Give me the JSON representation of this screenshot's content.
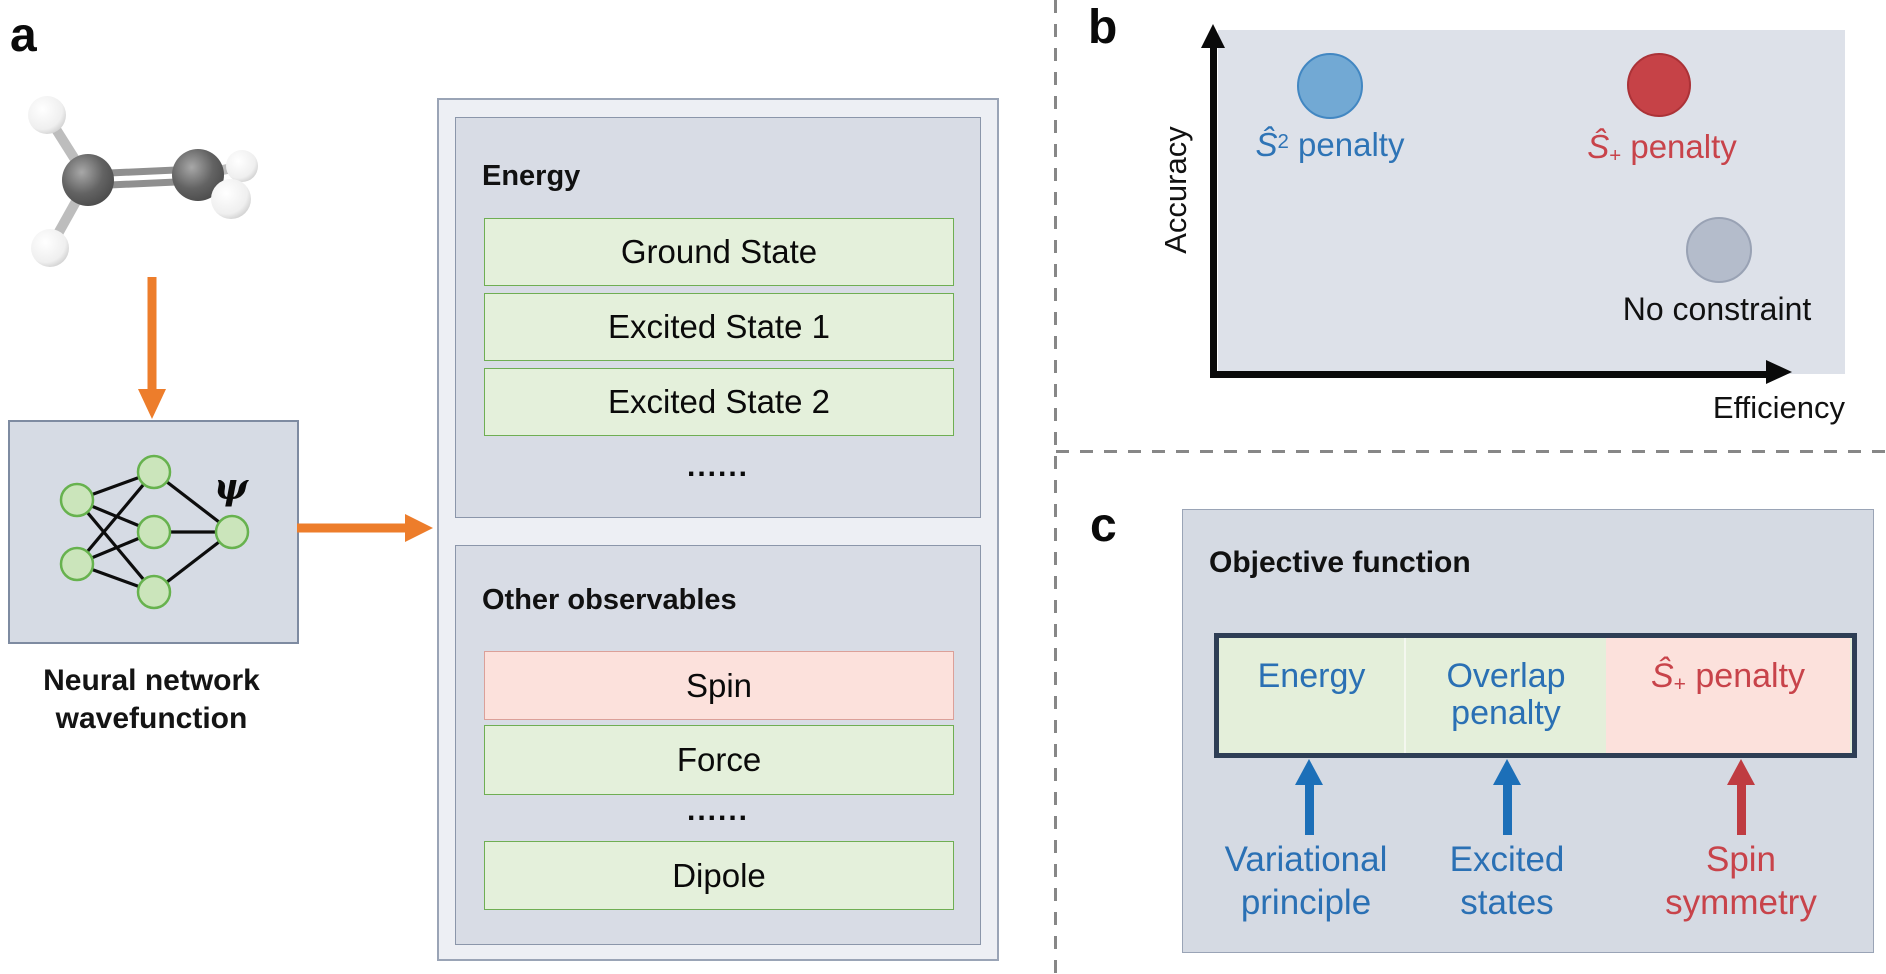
{
  "figure": {
    "panel_a": {
      "label": "a",
      "molecule_name": "ethylene-ball-and-stick",
      "psi_symbol": "ψ",
      "caption_line1": "Neural network",
      "caption_line2": "wavefunction",
      "energy_box": {
        "heading": "Energy",
        "rows": [
          "Ground State",
          "Excited State 1",
          "Excited State 2"
        ],
        "ellipsis": "......"
      },
      "observables_box": {
        "heading": "Other observables",
        "row_spin": "Spin",
        "row_force": "Force",
        "ellipsis": "......",
        "row_dipole": "Dipole"
      }
    },
    "panel_b": {
      "label": "b",
      "y_axis_label": "Accuracy",
      "x_axis_label": "Efficiency",
      "point_s2": {
        "hat_term": "Ŝ",
        "superscript": "2",
        "rest": " penalty"
      },
      "point_splus": {
        "hat_term": "Ŝ",
        "subscript": "+",
        "rest": " penalty"
      },
      "point_none": {
        "label": "No constraint"
      }
    },
    "panel_c": {
      "label": "c",
      "heading": "Objective function",
      "cell_energy": "Energy",
      "cell_overlap_line1": "Overlap",
      "cell_overlap_line2": "penalty",
      "cell_splus": {
        "hat_term": "Ŝ",
        "subscript": "+",
        "rest": " penalty"
      },
      "label_variational_line1": "Variational",
      "label_variational_line2": "principle",
      "label_excited_line1": "Excited",
      "label_excited_line2": "states",
      "label_spin_line1": "Spin",
      "label_spin_line2": "symmetry"
    }
  },
  "chart_data": {
    "type": "scatter",
    "title": "",
    "xlabel": "Efficiency",
    "ylabel": "Accuracy",
    "x_range": [
      0,
      1
    ],
    "y_range": [
      0,
      1
    ],
    "grid": false,
    "legend_position": "none",
    "points": [
      {
        "label": "Ŝ² penalty",
        "x": 0.18,
        "y": 0.84,
        "color": "#72a9d4"
      },
      {
        "label": "Ŝ₊ penalty",
        "x": 0.7,
        "y": 0.85,
        "color": "#c64247"
      },
      {
        "label": "No constraint",
        "x": 0.8,
        "y": 0.37,
        "color": "#b4bccb"
      }
    ],
    "notes": "Conceptual scatter; axes are unlabeled arrows (no numeric ticks)"
  },
  "colors": {
    "accent_orange": "#ed7d2b",
    "blue_text": "#2a70b4",
    "red_text": "#c8434a",
    "green_fill": "#e4f0db",
    "green_border": "#6fae53",
    "pink_fill": "#fce1dc",
    "pink_border": "#dba099",
    "gray_box_fill": "#d8dce5",
    "outer_box_fill": "#edeff4",
    "plot_fill": "#dde1e9",
    "node_fill": "#cbe5bb",
    "node_border": "#67b24e",
    "objective_border": "#2e3e55",
    "point_blue": "#72a9d4",
    "point_red": "#c64247",
    "point_gray": "#b4bccb"
  }
}
